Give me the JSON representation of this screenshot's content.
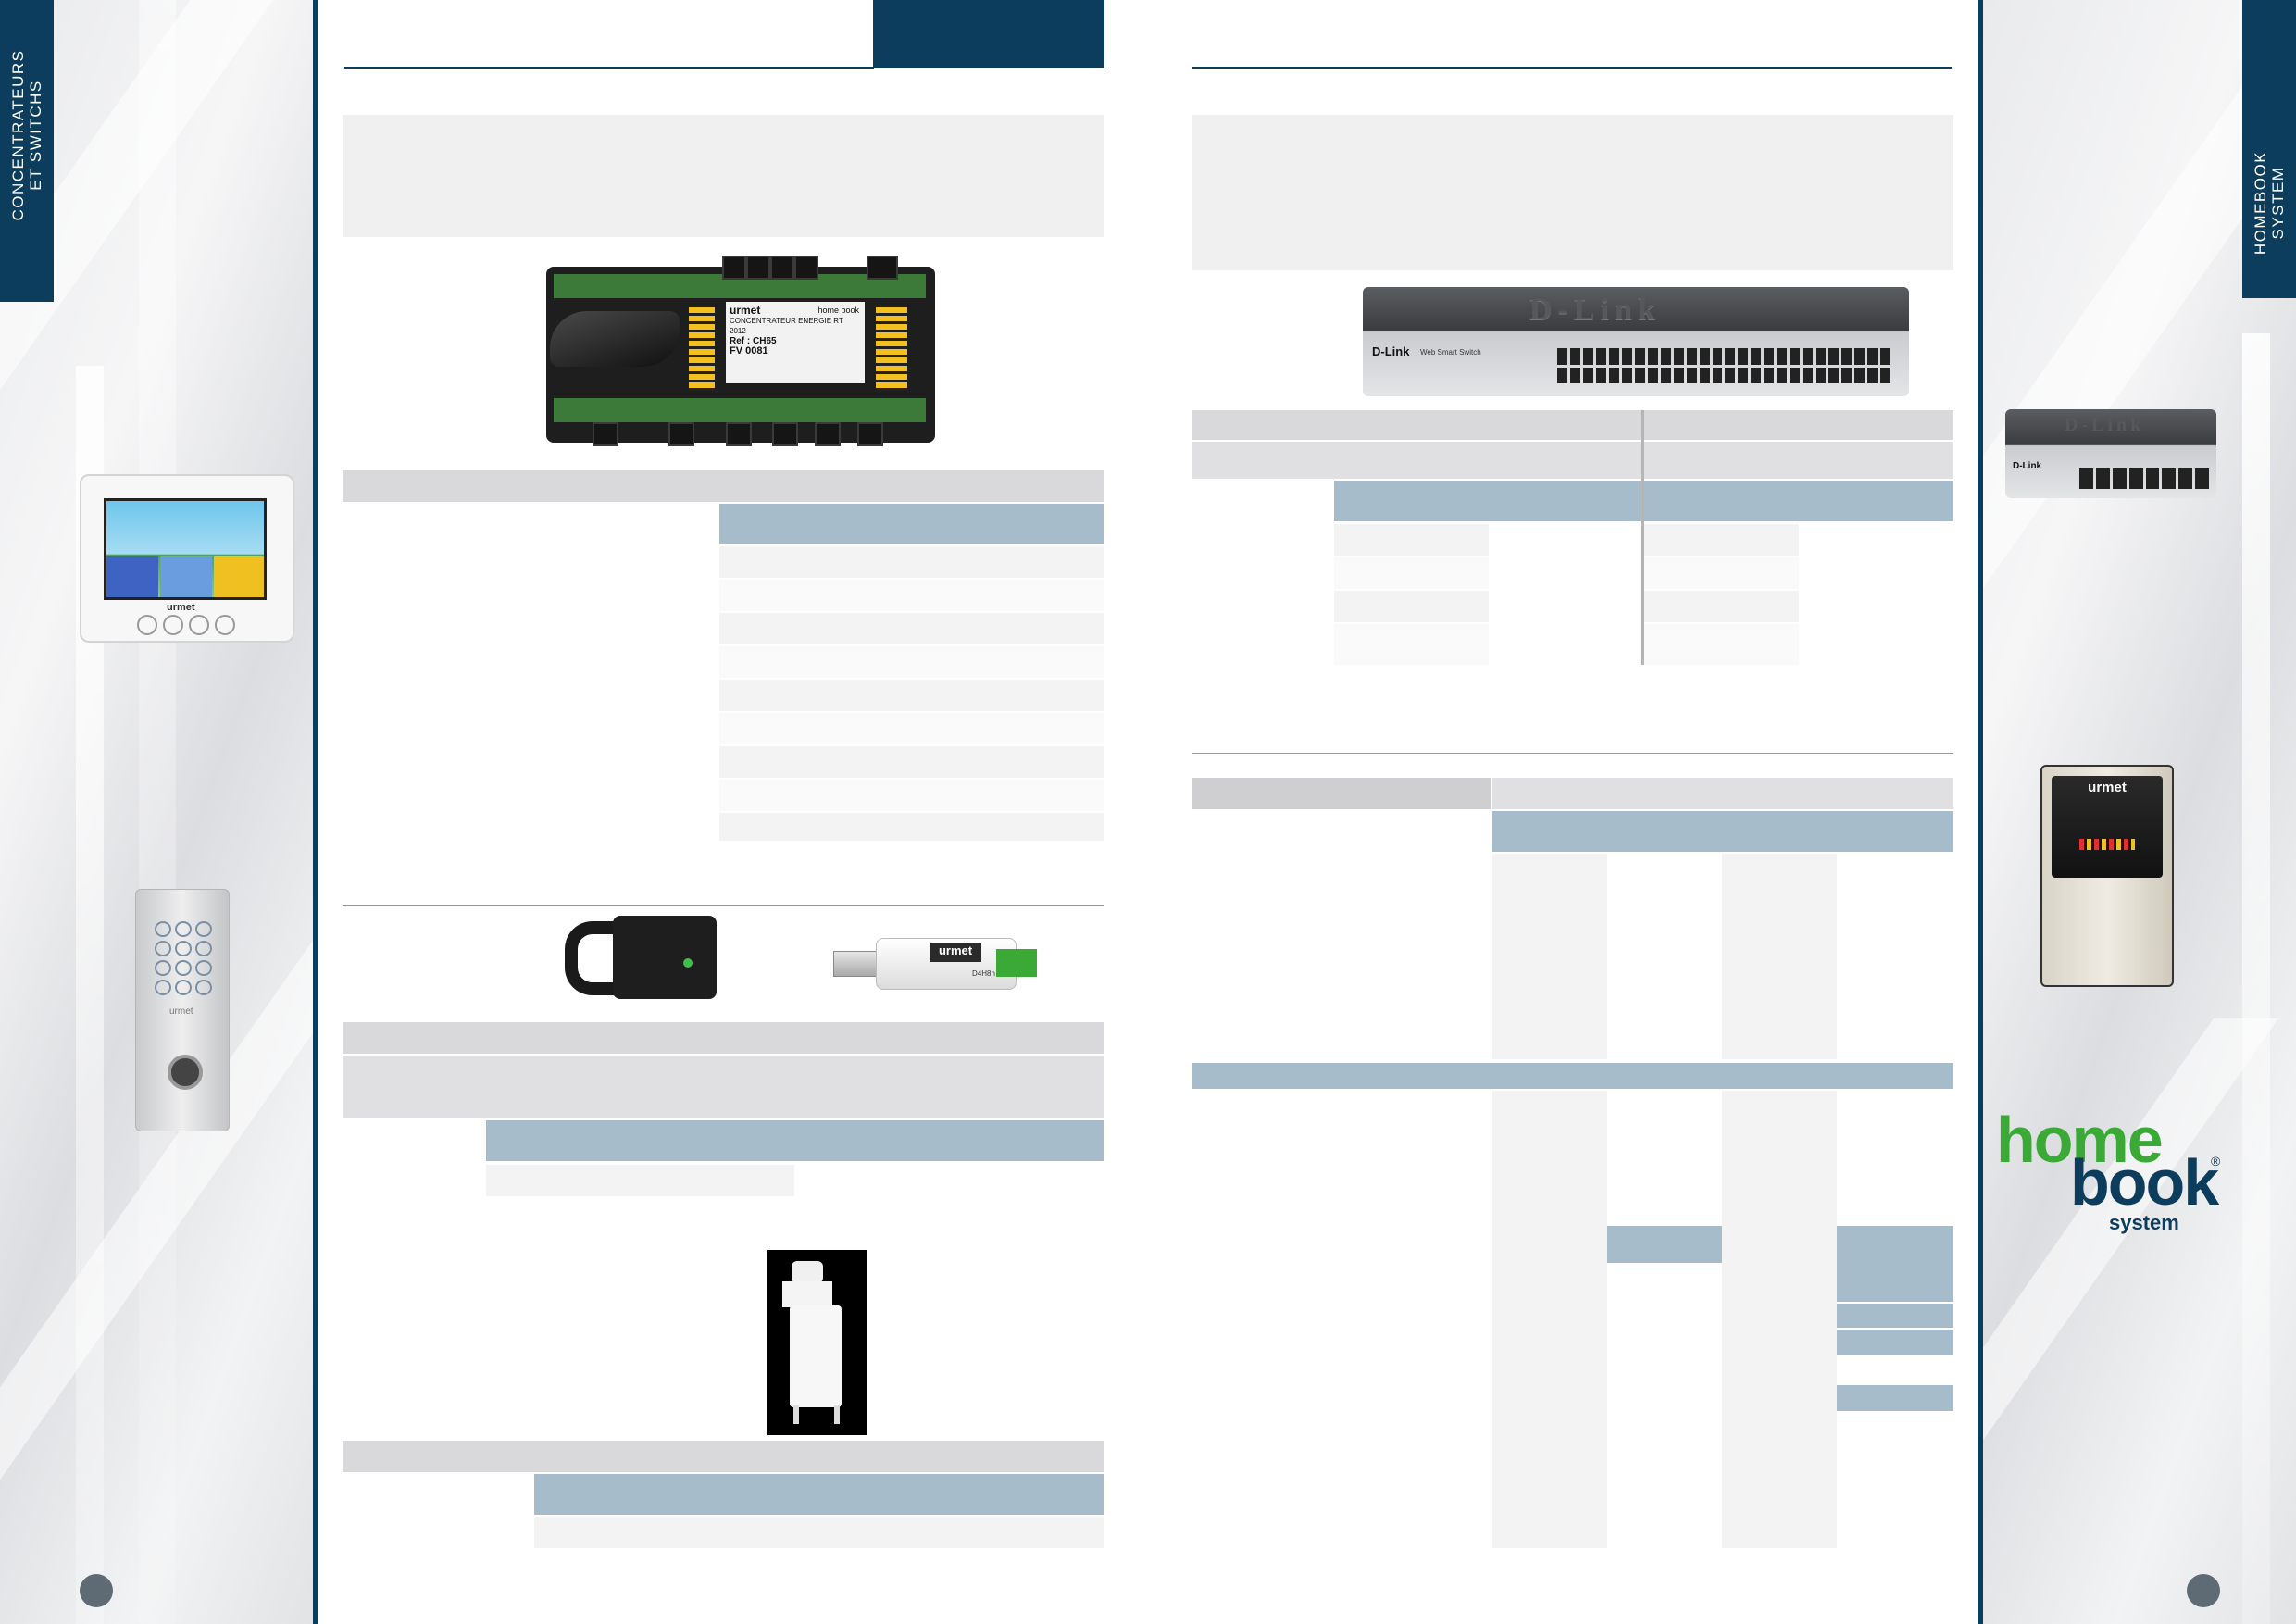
{
  "left_tab": {
    "line1": "CONCENTRATEURS",
    "line2": "ET SWITCHS"
  },
  "right_tab": {
    "line1": "HOMEBOOK",
    "line2": "SYSTEM"
  },
  "products": {
    "concentrator_label_brand": "urmet",
    "concentrator_label_title": "CONCENTRATEUR ENERGIE RT 2012",
    "concentrator_label_ref": "Ref : CH65",
    "concentrator_label_serial": "FV 0081",
    "concentrator_label_hw": "home book",
    "switch24_brand": "D-Link",
    "switch24_series": "Web Smart Switch",
    "switch24_top": "D-Link",
    "switch8_brand": "D-Link",
    "switch8_top": "D-Link",
    "usb_brand": "urmet",
    "usb_model": "D4H8h",
    "box_brand": "urmet",
    "keypad_brand": "urmet",
    "monitor_brand": "urmet"
  },
  "logo": {
    "word1": "home",
    "word2": "book",
    "word3": "system",
    "reg": "®"
  },
  "colors": {
    "navy": "#0d3d5c",
    "bar_grey": "#d9d9db",
    "bar_blue": "#a7bccb",
    "logo_green": "#3aa935",
    "logo_blue": "#0d3d5c"
  }
}
